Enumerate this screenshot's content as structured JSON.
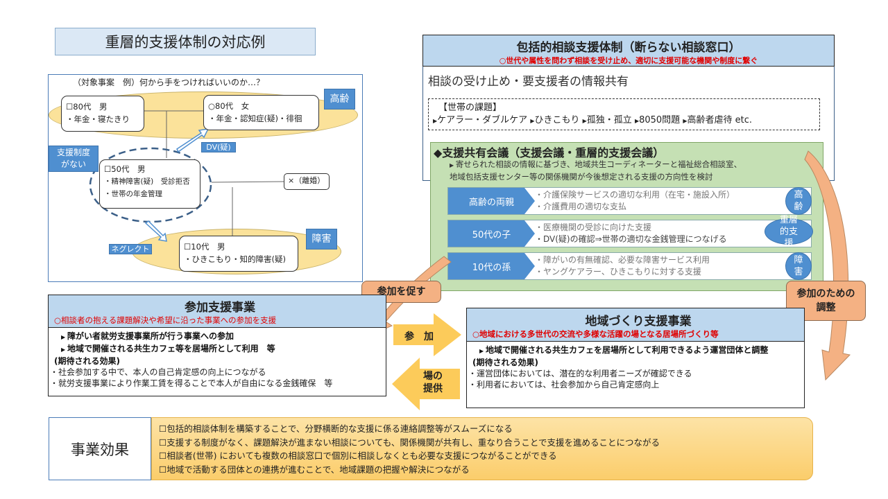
{
  "title": "重層的支援体制の対応例",
  "case": {
    "heading": "（対象事案　例）何から手をつければいいのか…？",
    "p1": {
      "title": "☐80代　男",
      "detail": "・年金・寝たきり"
    },
    "p2": {
      "title": "○80代　女",
      "detail": "・年金・認知症(疑)・徘徊"
    },
    "p3": {
      "title": "☐50代　男",
      "detail1": "・精神障害(疑)　受診拒否",
      "detail2": "・世帯の年金管理"
    },
    "p4": {
      "title": "☐10代　男",
      "detail": "・ひきこもり・知的障害(疑)"
    },
    "divorce": "×（離婚）",
    "tag_elderly": "高齢",
    "tag_disability": "障害",
    "tag_nosystem": "支援制度がない",
    "dv": "DV(疑)",
    "neglect": "ネグレクト"
  },
  "consult": {
    "title": "包括的相談支援体制（断らない相談窓口）",
    "subtitle": "○世代や属性を問わず相談を受け止め、適切に支援可能な機関や制度に繋ぐ",
    "lead": "相談の受け止め・要支援者の情報共有",
    "issues_title": "【世帯の課題】",
    "issues": [
      "ケアラー・ダブルケア",
      "ひきこもり",
      "孤独・孤立",
      "8050問題",
      "高齢者虐待 etc."
    ],
    "meeting": {
      "title": "◆支援共有会議（支援会議・重層的支援会議）",
      "desc1": "寄せられた相談の情報に基づき、地域共生コーディネーターと福祉総合相談室、",
      "desc2": "地域包括支援センター等の関係機関が今後想定される支援の方向性を検討",
      "rows": [
        {
          "label": "高齢の両親",
          "l1": "・介護保険サービスの適切な利用（在宅・施設入所）",
          "l2": "・介護費用の適切な支払",
          "badge": "高齢"
        },
        {
          "label": "50代の子",
          "l1": "・医療機関の受診に向けた支援",
          "l2": "・DV(疑)の確認⇒世帯の適切な金銭管理につなげる",
          "badge": "重層的支援"
        },
        {
          "label": "10代の孫",
          "l1": "・障がいの有無確認、必要な障害サービス利用",
          "l2": "・ヤングケアラー、ひきこもりに対する支援",
          "badge": "障害"
        }
      ]
    }
  },
  "arrows": {
    "promote": "参加を促す",
    "adjust": "参加のための調整",
    "join": "参　加",
    "place": "場の提供"
  },
  "participation": {
    "title": "参加支援事業",
    "subtitle": "○相談者の抱える課題解決や希望に沿った事業への参加を支援",
    "items": [
      "障がい者就労支援事業所が行う事業への参加",
      "地域で開催される共生カフェ等を居場所として利用　等"
    ],
    "effect_title": "(期待される効果)",
    "effects": [
      "・社会参加する中で、本人の自己肯定感の向上につながる",
      "・就労支援事業により作業工賃を得ることで本人が自由になる金銭確保　等"
    ]
  },
  "community": {
    "title": "地域づくり支援事業",
    "subtitle": "○地域における多世代の交流や多様な活躍の場となる居場所づくり等",
    "items": [
      "地域で開催される共生カフェを居場所として利用できるよう運営団体と調整"
    ],
    "effect_title": "(期待される効果)",
    "effects": [
      "・運営団体においては、潜在的な利用者ニーズが確認できる",
      "・利用者においては、社会参加から自己肯定感向上"
    ]
  },
  "effects": {
    "label": "事業効果",
    "items": [
      "☐包括的相談体制を構築することで、分野横断的な支援に係る連絡調整等がスムーズになる",
      "☐支援する制度がなく、課題解決が進まない相談についても、関係機関が共有し、重なり合うことで支援を進めることにつながる",
      "☐相談者(世帯) においても複数の相談窓口で個別に相談しなくとも必要な支援につながることができる",
      "☐地域で活動する団体との連携が進むことで、地域課題の把握や解決につながる"
    ]
  }
}
